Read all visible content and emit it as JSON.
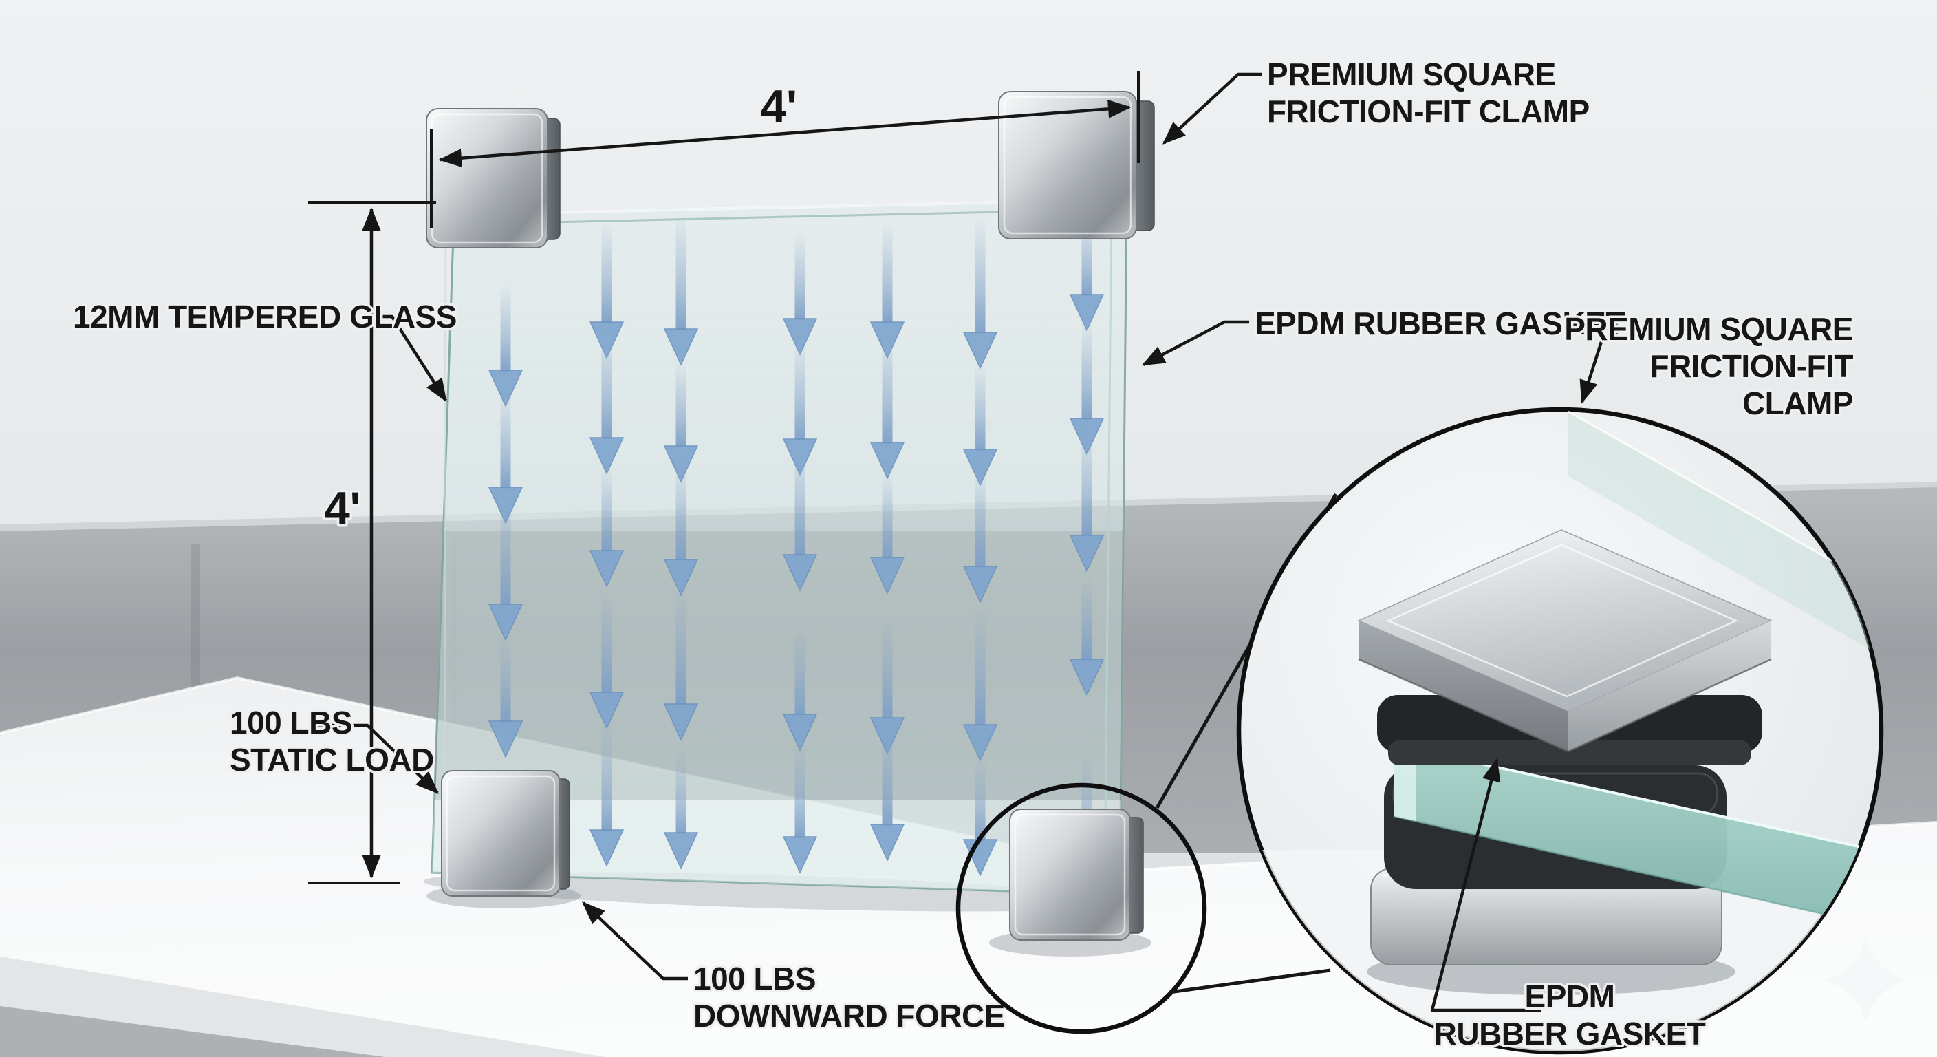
{
  "dimensions": {
    "width_label": "4'",
    "height_label": "4'"
  },
  "labels": {
    "clamp_top": {
      "line1": "PREMIUM SQUARE",
      "line2": "FRICTION-FIT CLAMP"
    },
    "glass": "12MM TEMPERED GLASS",
    "gasket": "EPDM RUBBER GASKET",
    "clamp_detail": {
      "line1": "PREMIUM SQUARE",
      "line2": "FRICTION-FIT",
      "line3": "CLAMP"
    },
    "static_load": {
      "line1": "100 LBS",
      "line2": "STATIC LOAD"
    },
    "downward_force": {
      "line1": "100 LBS",
      "line2": "DOWNWARD FORCE"
    },
    "gasket_detail": {
      "line1": "EPDM",
      "line2": "RUBBER GASKET"
    }
  },
  "force_arrows": {
    "columns": 7,
    "rows": 5,
    "direction": "down",
    "color": "#7ea4cd"
  },
  "colors": {
    "annotation_line": "#161616",
    "arrow_blue": "#7ea4cd",
    "glass_tint": "#d9e8e7",
    "glass_edge": "#86aba4",
    "metal_light": "#f2f4f5",
    "metal_dark": "#8d9296",
    "gasket_black": "#2b2e30",
    "detail_glass_teal": "#a7d6cc",
    "wall": "#e9ebec",
    "counter": "#a2a6aa",
    "table": "#f5f6f7"
  }
}
